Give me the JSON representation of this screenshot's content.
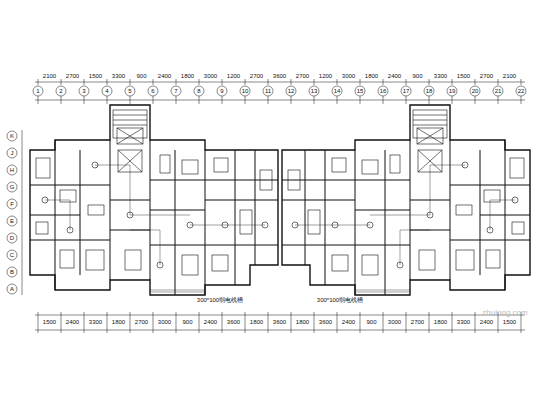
{
  "diagram": {
    "labels": [
      "1",
      "2",
      "3",
      "4",
      "5",
      "6",
      "7",
      "8",
      "9",
      "10",
      "11",
      "12",
      "13",
      "14",
      "15",
      "16",
      "17",
      "18",
      "19",
      "20",
      "21",
      "22",
      "2100",
      "2700",
      "1500",
      "3300",
      "900",
      "2400",
      "1800",
      "3000",
      "1200",
      "2700",
      "3600",
      "2700",
      "1200",
      "3000",
      "1800",
      "2400",
      "900",
      "3300",
      "1500",
      "2700",
      "2100",
      "1500",
      "2400",
      "3300",
      "1800",
      "2700",
      "3000",
      "900",
      "2400",
      "3600",
      "1800",
      "3600",
      "1800",
      "3600",
      "2400",
      "900",
      "3000",
      "2700",
      "1800",
      "3300",
      "2400",
      "1500",
      "K",
      "J",
      "H",
      "G",
      "F",
      "E",
      "D",
      "C",
      "B",
      "A",
      "300*100弱电线槽",
      "300*100弱电线槽",
      "zhulong.com"
    ]
  }
}
